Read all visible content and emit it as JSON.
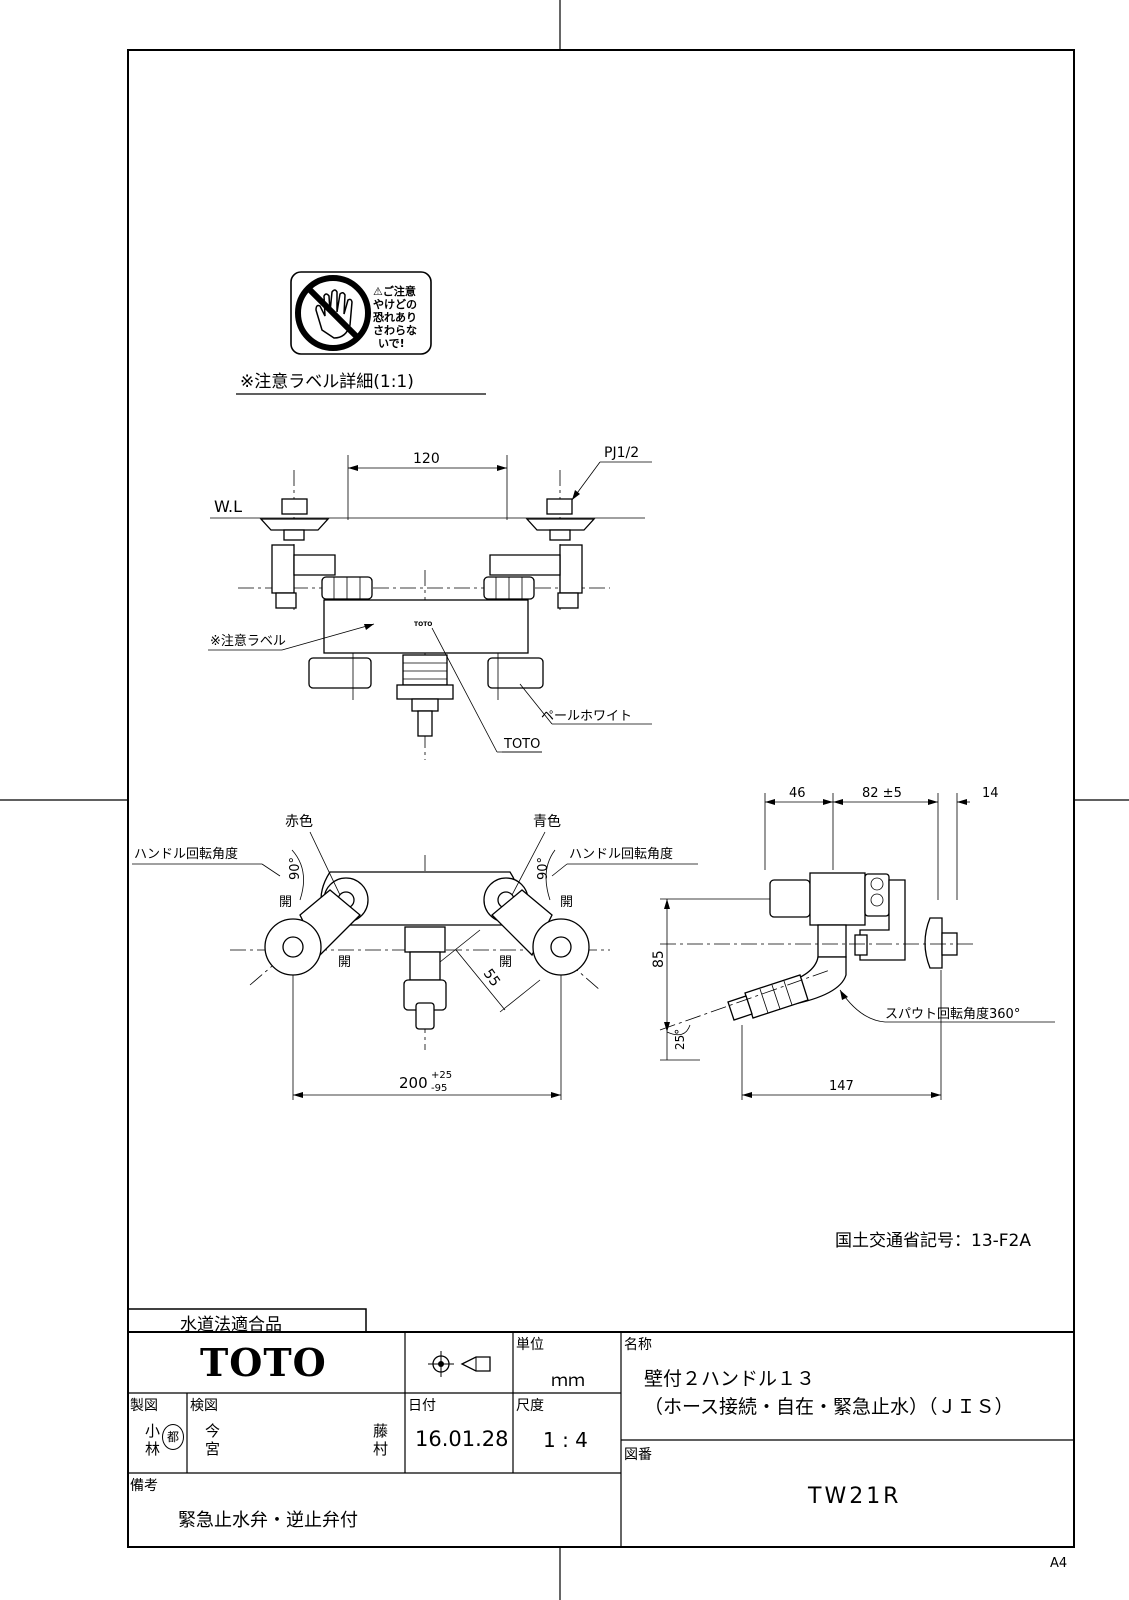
{
  "caution_label": {
    "lines": [
      "⚠ご注意",
      "やけどの",
      "恐れあり",
      "さわらな",
      "いで!"
    ],
    "caption": "※注意ラベル詳細(1:1)"
  },
  "front_view": {
    "dim_top": "120",
    "pipe_thread": "PJ1/2",
    "water_level": "W.L",
    "label_caution": "※注意ラベル",
    "label_color": "ペールホワイト",
    "label_logo": "TOTO",
    "body_logo": "TOTO"
  },
  "top_view": {
    "red": "赤色",
    "blue": "青色",
    "handle_angle_left": "ハンドル回転角度",
    "handle_angle_right": "ハンドル回転角度",
    "angle_left": "90°",
    "angle_right": "90°",
    "open_1": "開",
    "open_2": "開",
    "open_3": "開",
    "open_4": "開",
    "dim_55": "55",
    "dim_200": "200",
    "dim_200_plus": "+25",
    "dim_200_minus": "-95"
  },
  "side_view": {
    "dim_46": "46",
    "dim_82": "82 ±5",
    "dim_14": "14",
    "dim_85": "85",
    "angle_25": "25°",
    "spout_rotation": "スパウト回転角度360°",
    "dim_147": "147"
  },
  "mlit_code": "国土交通省記号：13-F2A",
  "title_block": {
    "compliance": "水道法適合品",
    "company": "TOTO",
    "unit_label": "単位",
    "unit_value": "ｍｍ",
    "name_label": "名称",
    "product_name_1": "壁付２ハンドル１３",
    "product_name_2": "（ホース接続・自在・緊急止水）（ＪＩＳ）",
    "drawn_label": "製図",
    "drawn_1": "小",
    "drawn_2": "林",
    "drawn_mark": "都",
    "checked_label": "検図",
    "checked_1": "今",
    "checked_2": "宮",
    "checked_3": "藤",
    "checked_4": "村",
    "date_label": "日付",
    "date_value": "16.01.28",
    "scale_label": "尺度",
    "scale_value": "1 : 4",
    "number_label": "図番",
    "drawing_number": "TW21R",
    "remarks_label": "備考",
    "remarks_value": "緊急止水弁・逆止弁付"
  },
  "paper_size": "A4"
}
